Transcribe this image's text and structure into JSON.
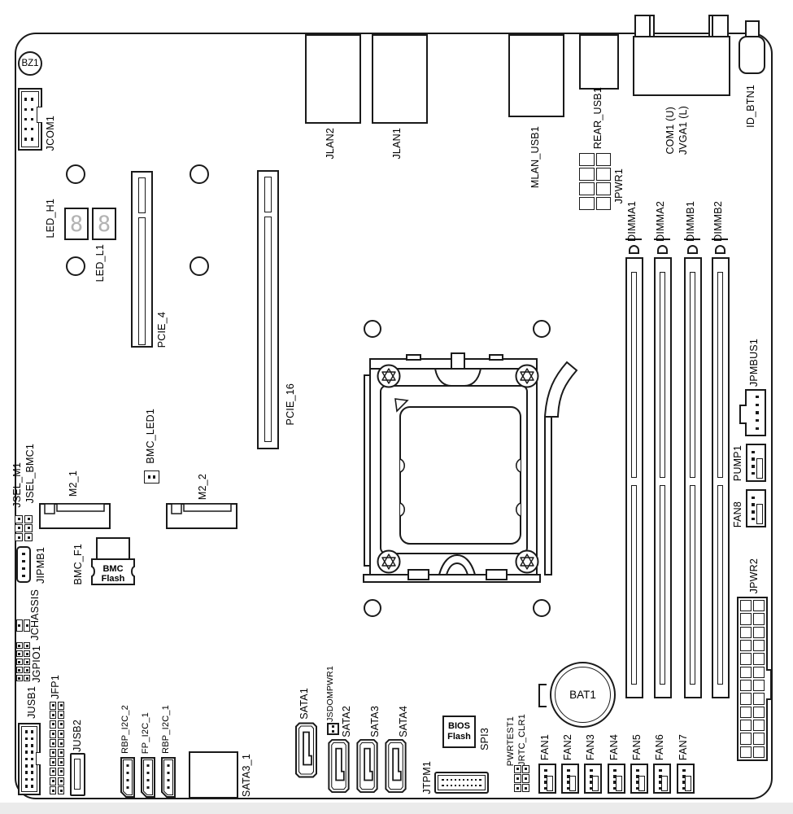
{
  "colors": {
    "line": "#1a1a1a",
    "segment_gray": "#b3b3b3",
    "background": "#ffffff"
  },
  "board": {
    "type": "motherboard-layout-diagram",
    "labels": {
      "bz1": "BZ1",
      "jcom1": "JCOM1",
      "jlan2": "JLAN2",
      "jlan1": "JLAN1",
      "mlan_usb1": "MLAN_USB1",
      "rear_usb1": "REAR_USB1",
      "com1": "COM1 (U)",
      "jvga1": "JVGA1 (L)",
      "id_btn1": "ID_BTN1",
      "jpwr1": "JPWR1",
      "led_h1": "LED_H1",
      "led_l1": "LED_L1",
      "seg_digit": "8",
      "pcie_4": "PCIE_4",
      "pcie_16": "PCIE_16",
      "bmc_led1": "BMC_LED1",
      "jsel_m1": "JSEL_M1",
      "jsel_bmc1": "JSEL_BMC1",
      "m2_1": "M2_1",
      "m2_2": "M2_2",
      "jipmb1": "JIPMB1",
      "bmc_f1": "BMC_F1",
      "bmc_flash_line1": "BMC",
      "bmc_flash_line2": "Flash",
      "jchassis": "JCHASSIS",
      "jgpio1": "JGPIO1",
      "jfp1": "JFP1",
      "jusb1": "JUSB1",
      "jusb2": "JUSB2",
      "sata3_1": "SATA3_1",
      "jsdompwr1": "JSDOMPWR1",
      "jtpm1": "JTPM1",
      "bios_line1": "BIOS",
      "bios_line2": "Flash",
      "spi3": "SPI3",
      "pwrtest1": "PWRTEST1",
      "jrtc_clr1": "JRTC_CLR1",
      "bat1": "BAT1",
      "jpmbus1": "JPMBUS1",
      "pump1": "PUMP1",
      "fan8": "FAN8",
      "jpwr2": "JPWR2"
    },
    "dimms": [
      {
        "label": "DIMMA1"
      },
      {
        "label": "DIMMA2"
      },
      {
        "label": "DIMMB1"
      },
      {
        "label": "DIMMB2"
      }
    ],
    "fans": [
      {
        "label": "FAN1"
      },
      {
        "label": "FAN2"
      },
      {
        "label": "FAN3"
      },
      {
        "label": "FAN4"
      },
      {
        "label": "FAN5"
      },
      {
        "label": "FAN6"
      },
      {
        "label": "FAN7"
      }
    ],
    "i2c": [
      {
        "label": "RBP_I2C_2"
      },
      {
        "label": "FP_I2C_1"
      },
      {
        "label": "RBP_I2C_1"
      }
    ],
    "satas": [
      {
        "label": "SATA1"
      },
      {
        "label": "SATA2"
      },
      {
        "label": "SATA3"
      },
      {
        "label": "SATA4"
      }
    ]
  }
}
